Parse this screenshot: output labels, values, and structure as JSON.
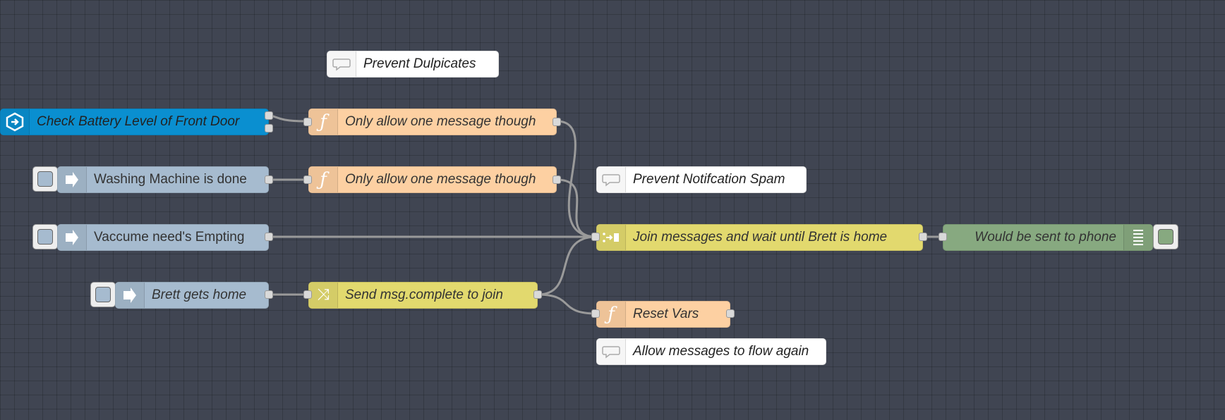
{
  "canvas": {
    "background": "#404552"
  },
  "comments": [
    {
      "id": "c1",
      "label": "Prevent Dulpicates",
      "icon": "comment-icon"
    },
    {
      "id": "c2",
      "label": "Prevent Notifcation Spam",
      "icon": "comment-icon"
    },
    {
      "id": "c3",
      "label": "Allow messages to flow again",
      "icon": "comment-icon"
    }
  ],
  "nodes": {
    "link_in": {
      "label": "Check Battery Level of Front Door",
      "type": "link in",
      "color": "#0a8fd0",
      "icon": "link-in-icon"
    },
    "func1": {
      "label": "Only allow one message though",
      "type": "function",
      "color": "#fdd0a2",
      "icon": "function-icon"
    },
    "func2": {
      "label": "Only allow one message though",
      "type": "function",
      "color": "#fdd0a2",
      "icon": "function-icon"
    },
    "inject_washing": {
      "label": "Washing Machine is done",
      "type": "inject",
      "color": "#a6bbcf",
      "icon": "inject-arrow-icon"
    },
    "inject_vaccume": {
      "label": "Vaccume need's Empting",
      "type": "inject",
      "color": "#a6bbcf",
      "icon": "inject-arrow-icon"
    },
    "inject_brett": {
      "label": "Brett gets home",
      "type": "inject",
      "color": "#a6bbcf",
      "icon": "inject-arrow-icon"
    },
    "change": {
      "label": "Send msg.complete to join",
      "type": "change",
      "color": "#e2d96e",
      "icon": "shuffle-icon"
    },
    "join": {
      "label": "Join messages and wait until Brett is home",
      "type": "join",
      "color": "#e2d96e",
      "icon": "join-icon"
    },
    "debug": {
      "label": "Would be sent to phone",
      "type": "debug",
      "color": "#87a980",
      "icon": "debug-list-icon"
    },
    "reset": {
      "label": "Reset Vars",
      "type": "function",
      "color": "#fdd0a2",
      "icon": "function-icon"
    }
  }
}
